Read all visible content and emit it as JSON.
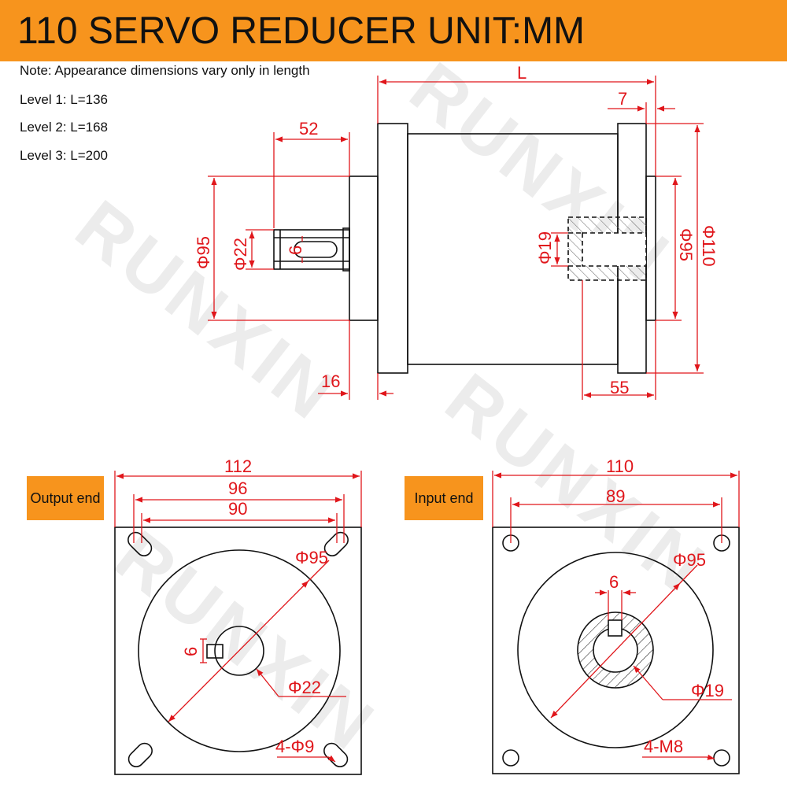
{
  "title": "110 SERVO REDUCER UNIT:MM",
  "notes": {
    "note": "Note: Appearance dimensions vary only in length",
    "level1": "Level 1: L=136",
    "level2": "Level 2: L=168",
    "level3": "Level 3: L=200"
  },
  "watermark": "RUNXIN",
  "labels": {
    "output_end": "Output end",
    "input_end": "Input end"
  },
  "side_view": {
    "L": "L",
    "d7": "7",
    "d52": "52",
    "phi95_left": "Φ95",
    "phi22": "Φ22",
    "key6": "6",
    "d16": "16",
    "phi19": "Φ19",
    "phi95_right": "Φ95",
    "phi110": "Φ110",
    "d55": "55"
  },
  "output_view": {
    "d112": "112",
    "d96": "96",
    "d90": "90",
    "phi95": "Φ95",
    "key6": "6",
    "phi22": "Φ22",
    "holes": "4-Φ9"
  },
  "input_view": {
    "d110": "110",
    "d89": "89",
    "phi95": "Φ95",
    "key6": "6",
    "phi19": "Φ19",
    "holes": "4-M8"
  },
  "colors": {
    "accent": "#f7941d",
    "dimension": "#e0161b",
    "outline": "#111111"
  }
}
